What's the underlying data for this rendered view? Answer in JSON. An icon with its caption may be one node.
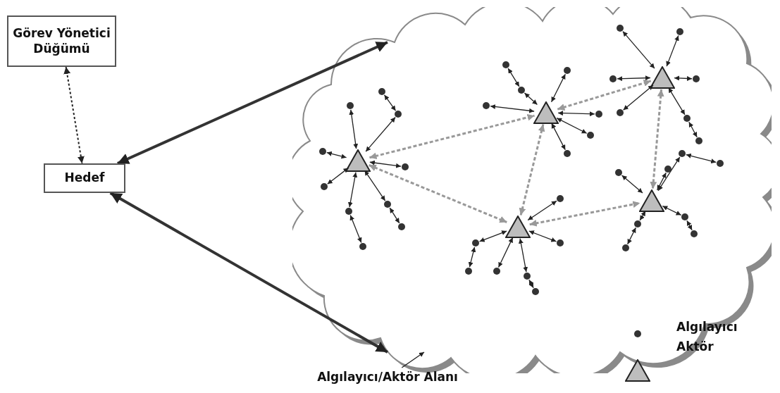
{
  "diagram": {
    "nodes": [
      {
        "text": [
          "Görev Yönetici Düğümü"
        ]
      },
      {
        "text": [
          "Hedef"
        ]
      },
      {
        "text": [],
        "shape": "cloud"
      },
      {
        "text": [
          "Algılayıcı/Aktör Alanı"
        ]
      },
      {
        "text": [],
        "shape": "triangle",
        "in": 2
      },
      {
        "text": [],
        "shape": "triangle",
        "in": 2
      },
      {
        "text": [],
        "shape": "triangle",
        "in": 2
      },
      {
        "text": [],
        "shape": "triangle",
        "in": 2
      },
      {
        "text": [],
        "shape": "triangle",
        "in": 2
      },
      {
        "text": [],
        "shape": "circle",
        "in": 2
      },
      {
        "text": [],
        "shape": "circle",
        "in": 2
      },
      {
        "text": [],
        "shape": "circle",
        "in": 2
      },
      {
        "text": [],
        "shape": "circle",
        "in": 2
      },
      {
        "text": [],
        "shape": "circle",
        "in": 2
      },
      {
        "text": [],
        "shape": "circle",
        "in": 2
      },
      {
        "text": [],
        "shape": "circle",
        "in": 2
      },
      {
        "text": [],
        "shape": "circle",
        "in": 2
      },
      {
        "text": [],
        "shape": "circle",
        "in": 2
      },
      {
        "text": [],
        "shape": "circle",
        "in": 2
      },
      {
        "text": [],
        "shape": "circle",
        "in": 2
      },
      {
        "text": [],
        "shape": "circle",
        "in": 2
      },
      {
        "text": [],
        "shape": "circle",
        "in": 2
      },
      {
        "text": [],
        "shape": "circle",
        "in": 2
      },
      {
        "text": [],
        "shape": "circle",
        "in": 2
      },
      {
        "text": [],
        "shape": "circle",
        "in": 2
      },
      {
        "text": [],
        "shape": "circle",
        "in": 2
      },
      {
        "text": [],
        "shape": "circle",
        "in": 2
      },
      {
        "text": [],
        "shape": "circle",
        "in": 2
      },
      {
        "text": [],
        "shape": "circle",
        "in": 2
      },
      {
        "text": [],
        "shape": "circle",
        "in": 2
      },
      {
        "text": [],
        "shape": "circle",
        "in": 2
      },
      {
        "text": [],
        "shape": "circle",
        "in": 2
      },
      {
        "text": [],
        "shape": "circle",
        "in": 2
      },
      {
        "text": [],
        "shape": "circle",
        "in": 2
      },
      {
        "text": [],
        "shape": "circle",
        "in": 2
      },
      {
        "text": [],
        "shape": "circle",
        "in": 2
      },
      {
        "text": [],
        "shape": "circle",
        "in": 2
      },
      {
        "text": [],
        "shape": "circle",
        "in": 2
      },
      {
        "text": [],
        "shape": "circle",
        "in": 2
      },
      {
        "text": [],
        "shape": "circle",
        "in": 2
      },
      {
        "text": [],
        "shape": "circle",
        "in": 2
      },
      {
        "text": [],
        "shape": "circle",
        "in": 2
      },
      {
        "text": [],
        "shape": "circle",
        "in": 2
      },
      {
        "text": [],
        "shape": "circle",
        "in": 2
      },
      {
        "text": [],
        "shape": "circle",
        "in": 2
      },
      {
        "text": [],
        "shape": "circle",
        "in": 2
      },
      {
        "text": [],
        "shape": "circle",
        "in": 2
      },
      {
        "text": [],
        "shape": "circle",
        "in": 2
      }
    ],
    "edges": [
      {
        "from": 0,
        "to": 1,
        "arrow": "both",
        "style": "dashed"
      },
      {
        "from": 1,
        "to": 2,
        "arrow": "both",
        "style": "thick"
      },
      {
        "from": 1,
        "to": 2,
        "arrow": "both",
        "style": "thick"
      },
      {
        "from": 3,
        "to": 2,
        "arrow": "to"
      },
      {
        "from": 4,
        "to": 5,
        "arrow": "both",
        "style": "dashed",
        "color": "#999999"
      },
      {
        "from": 4,
        "to": 7,
        "arrow": "both",
        "style": "dashed",
        "color": "#999999"
      },
      {
        "from": 5,
        "to": 7,
        "arrow": "both",
        "style": "dashed",
        "color": "#999999"
      },
      {
        "from": 5,
        "to": 6,
        "arrow": "both",
        "style": "dashed",
        "color": "#999999"
      },
      {
        "from": 6,
        "to": 8,
        "arrow": "both",
        "style": "dashed",
        "color": "#999999"
      },
      {
        "from": 7,
        "to": 8,
        "arrow": "both",
        "style": "dashed",
        "color": "#999999"
      },
      {
        "from": 9,
        "to": 4,
        "arrow": "both"
      },
      {
        "from": 10,
        "to": 11,
        "arrow": "both"
      },
      {
        "from": 11,
        "to": 4,
        "arrow": "both"
      },
      {
        "from": 12,
        "to": 4,
        "arrow": "both"
      },
      {
        "from": 13,
        "to": 4,
        "arrow": "both"
      },
      {
        "from": 14,
        "to": 4,
        "arrow": "both"
      },
      {
        "from": 15,
        "to": 4,
        "arrow": "both"
      },
      {
        "from": 16,
        "to": 4,
        "arrow": "both"
      },
      {
        "from": 17,
        "to": 16,
        "arrow": "both"
      },
      {
        "from": 18,
        "to": 15,
        "arrow": "both"
      },
      {
        "from": 19,
        "to": 5,
        "arrow": "both"
      },
      {
        "from": 20,
        "to": 21,
        "arrow": "both"
      },
      {
        "from": 21,
        "to": 5,
        "arrow": "both"
      },
      {
        "from": 22,
        "to": 5,
        "arrow": "both"
      },
      {
        "from": 23,
        "to": 5,
        "arrow": "both"
      },
      {
        "from": 24,
        "to": 5,
        "arrow": "both"
      },
      {
        "from": 25,
        "to": 5,
        "arrow": "both"
      },
      {
        "from": 26,
        "to": 6,
        "arrow": "both"
      },
      {
        "from": 27,
        "to": 6,
        "arrow": "both"
      },
      {
        "from": 28,
        "to": 6,
        "arrow": "both"
      },
      {
        "from": 29,
        "to": 6,
        "arrow": "both"
      },
      {
        "from": 30,
        "to": 6,
        "arrow": "both"
      },
      {
        "from": 31,
        "to": 6,
        "arrow": "both"
      },
      {
        "from": 32,
        "to": 31,
        "arrow": "both"
      },
      {
        "from": 33,
        "to": 7,
        "arrow": "both"
      },
      {
        "from": 34,
        "to": 33,
        "arrow": "both"
      },
      {
        "from": 35,
        "to": 7,
        "arrow": "both"
      },
      {
        "from": 36,
        "to": 7,
        "arrow": "both"
      },
      {
        "from": 37,
        "to": 36,
        "arrow": "both"
      },
      {
        "from": 38,
        "to": 7,
        "arrow": "both"
      },
      {
        "from": 39,
        "to": 7,
        "arrow": "both"
      },
      {
        "from": 40,
        "to": 8,
        "arrow": "both"
      },
      {
        "from": 41,
        "to": 8,
        "arrow": "both"
      },
      {
        "from": 42,
        "to": 8,
        "arrow": "both"
      },
      {
        "from": 43,
        "to": 42,
        "arrow": "both"
      },
      {
        "from": 44,
        "to": 8,
        "arrow": "both"
      },
      {
        "from": 45,
        "to": 44,
        "arrow": "both"
      },
      {
        "from": 46,
        "to": 8,
        "arrow": "both"
      },
      {
        "from": 47,
        "to": 46,
        "arrow": "both"
      }
    ],
    "legend": [
      {
        "text": "Algılayıcı"
      },
      {
        "text": "Aktör"
      }
    ]
  }
}
